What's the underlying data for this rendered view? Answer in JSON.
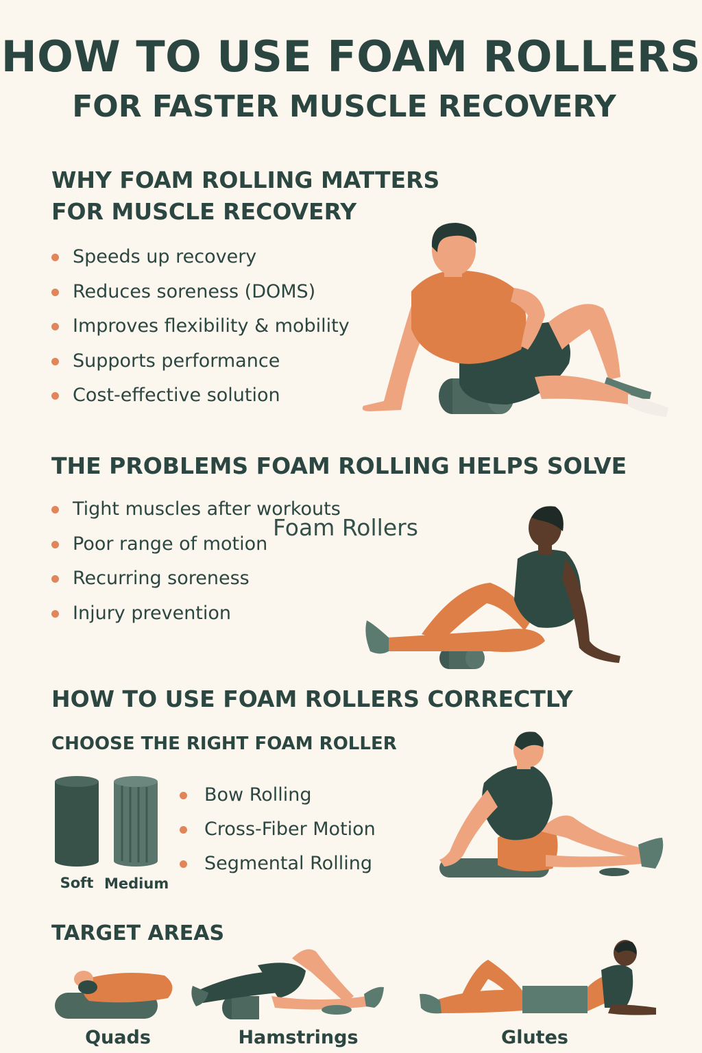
{
  "header": {
    "title": "HOW TO USE FOAM ROLLERS",
    "subtitle": "FOR FASTER MUSCLE RECOVERY"
  },
  "why_section": {
    "heading_line1": "WHY FOAM ROLLING MATTERS",
    "heading_line2": "FOR MUSCLE RECOVERY",
    "items": [
      "Speeds up recovery",
      "Reduces soreness (DOMS)",
      "Improves flexibility & mobility",
      "Supports performance",
      "Cost-effective solution"
    ]
  },
  "problems_section": {
    "heading": "THE PROBLEMS FOAM ROLLING HELPS SOLVE",
    "items": [
      "Tight muscles after workouts",
      "Poor range of motion",
      "Recurring soreness",
      "Injury prevention"
    ],
    "overlay_text": "Foam Rollers"
  },
  "howto_section": {
    "heading": "HOW TO USE FOAM ROLLERS CORRECTLY",
    "subheading": "CHOOSE THE RIGHT FOAM ROLLER",
    "roller_labels": [
      "Soft",
      "Medium"
    ],
    "techniques": [
      "Bow Rolling",
      "Cross-Fiber Motion",
      "Segmental Rolling"
    ]
  },
  "target_section": {
    "heading": "TARGET AREAS",
    "areas": [
      "Quads",
      "Hamstrings",
      "Glutes"
    ]
  },
  "colors": {
    "background": "#fbf6ee",
    "text": "#2c4741",
    "accent_orange": "#dd7f47",
    "roller_green": "#4d685f",
    "skin_light": "#eea57f",
    "skin_dark": "#5b3c2a",
    "shirt_dark": "#2f4a42"
  }
}
